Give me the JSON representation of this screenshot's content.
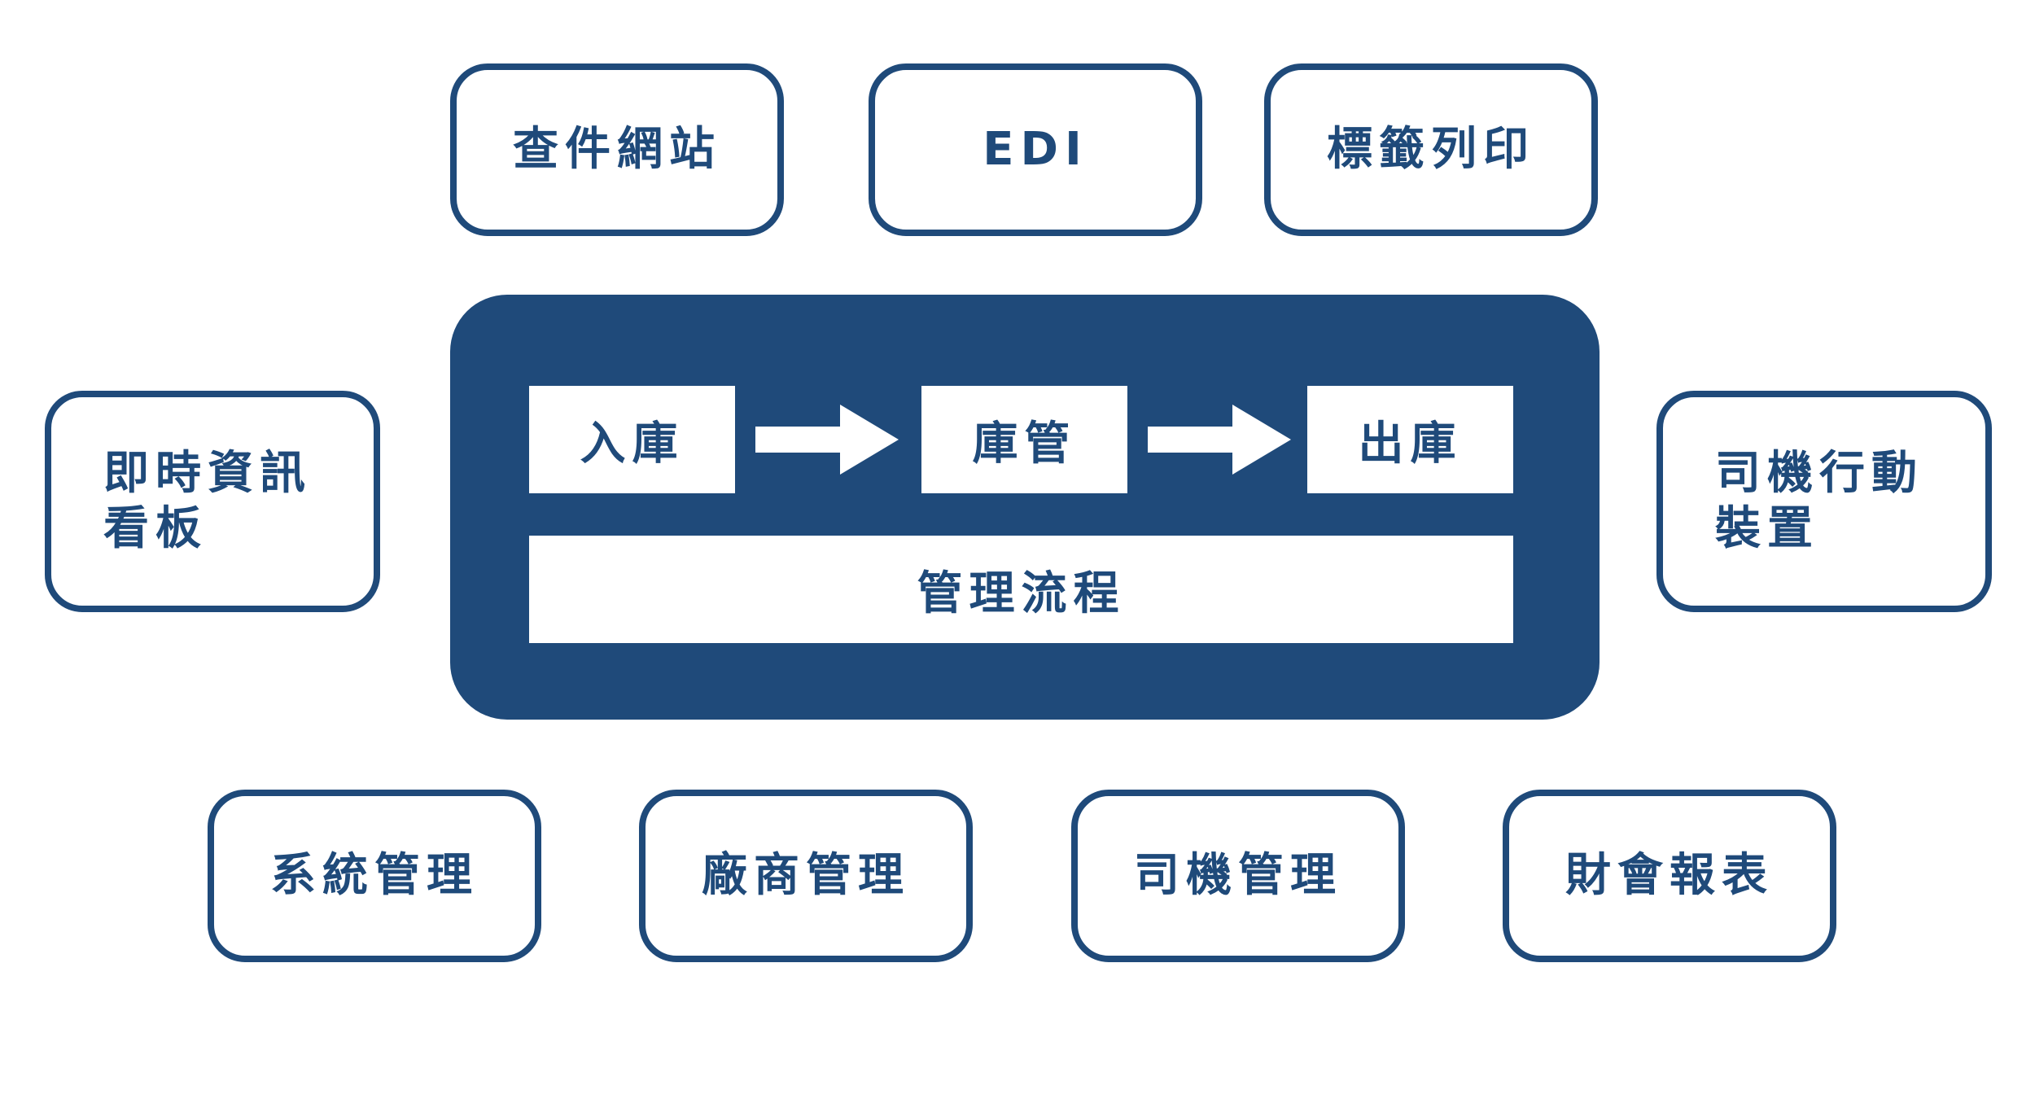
{
  "colors": {
    "primary": "#1f4a7a",
    "background": "#ffffff"
  },
  "top_modules": [
    "查件網站",
    "EDI",
    "標籤列印"
  ],
  "left_module": "即時資訊看板",
  "right_module": "司機行動裝置",
  "core": {
    "steps": [
      "入庫",
      "庫管",
      "出庫"
    ],
    "process": "管理流程"
  },
  "bottom_modules": [
    "系統管理",
    "廠商管理",
    "司機管理",
    "財會報表"
  ]
}
